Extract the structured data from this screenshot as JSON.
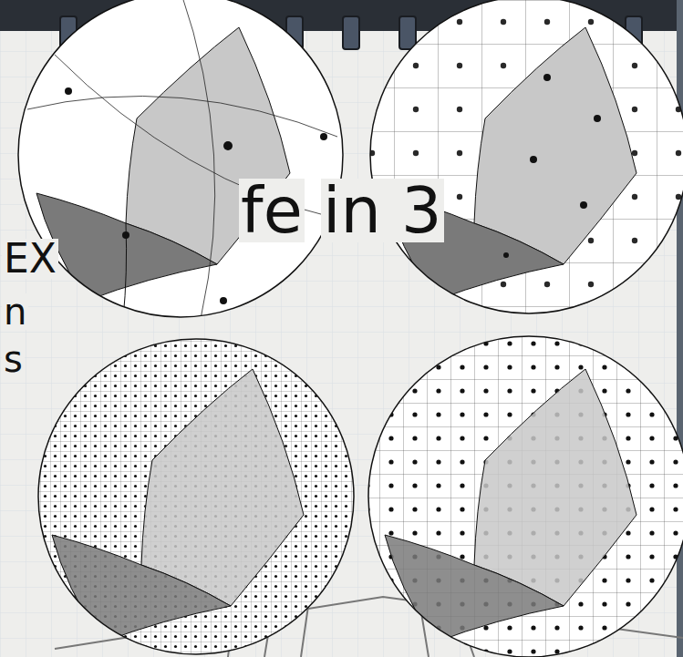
{
  "diagram": {
    "labels": [
      "fe",
      "in 3",
      "EX",
      "n",
      "s"
    ]
  }
}
